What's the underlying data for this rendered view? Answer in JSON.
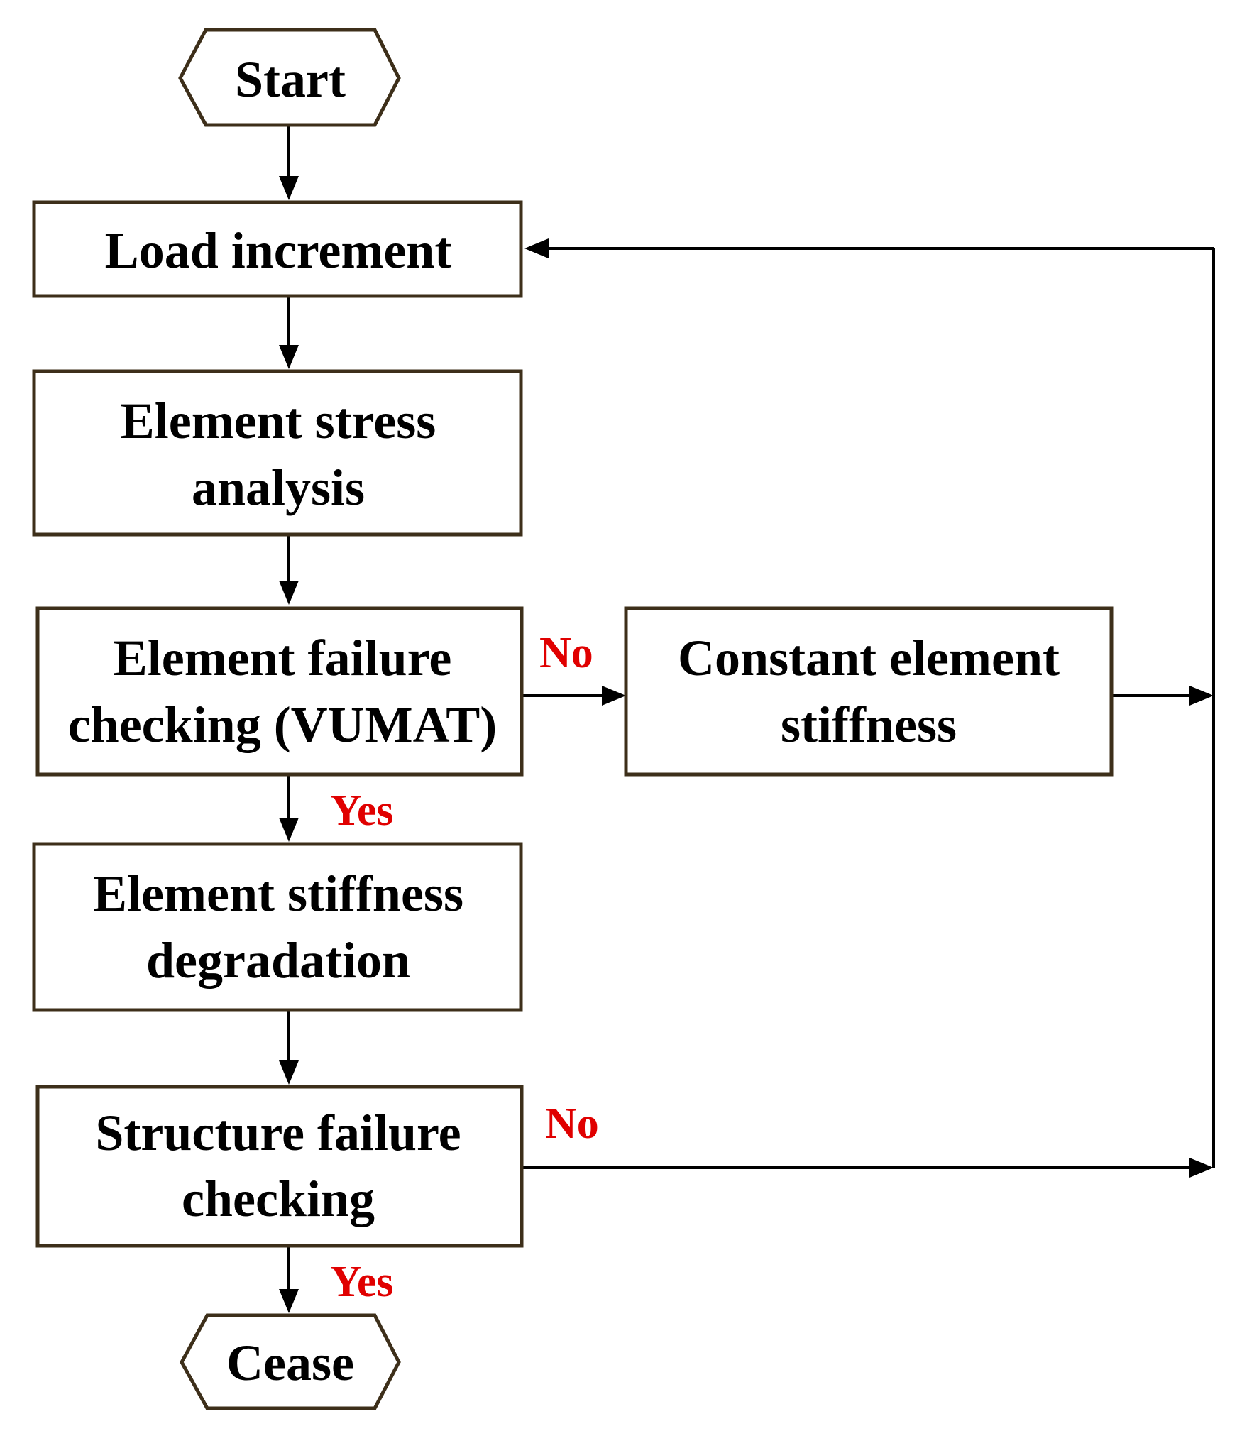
{
  "colors": {
    "border": "#3d2f1a",
    "line": "#000000",
    "branch_label": "#e00000",
    "text": "#000000"
  },
  "nodes": {
    "start": {
      "label": "Start",
      "shape": "hexagon"
    },
    "load_increment": {
      "label": "Load increment",
      "shape": "rectangle"
    },
    "stress_analysis": {
      "lines": [
        "Element stress",
        "analysis"
      ],
      "shape": "rectangle"
    },
    "failure_check": {
      "lines": [
        "Element failure",
        "checking (VUMAT)"
      ],
      "shape": "rectangle"
    },
    "constant_stiffness": {
      "lines": [
        "Constant element",
        "stiffness"
      ],
      "shape": "rectangle"
    },
    "stiffness_degradation": {
      "lines": [
        "Element stiffness",
        "degradation"
      ],
      "shape": "rectangle"
    },
    "structure_check": {
      "lines": [
        "Structure failure",
        "checking"
      ],
      "shape": "rectangle"
    },
    "cease": {
      "label": "Cease",
      "shape": "hexagon"
    }
  },
  "branch_labels": {
    "element_check_no": "No",
    "element_check_yes": "Yes",
    "structure_check_no": "No",
    "structure_check_yes": "Yes"
  }
}
